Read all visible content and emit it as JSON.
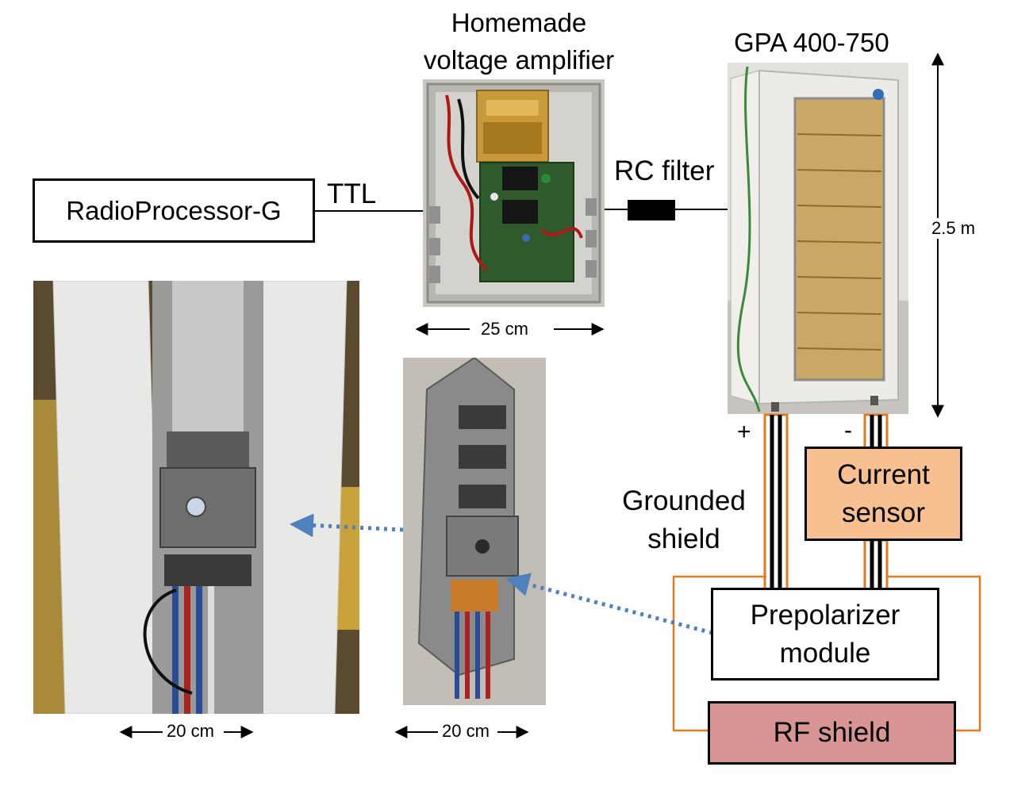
{
  "labels": {
    "amplifier_title_line1": "Homemade",
    "amplifier_title_line2": "voltage amplifier",
    "gpa_title": "GPA 400-750",
    "rc_filter": "RC filter",
    "ttl": "TTL",
    "height_dim": "2.5 m",
    "amp_width_dim": "25 cm",
    "plus": "+",
    "minus": "-",
    "grounded_shield_line1": "Grounded",
    "grounded_shield_line2": "shield",
    "left_photo_dim": "20 cm",
    "mid_photo_dim": "20 cm"
  },
  "boxes": {
    "radioprocessor": "RadioProcessor-G",
    "current_sensor_line1": "Current",
    "current_sensor_line2": "sensor",
    "prepolarizer_line1": "Prepolarizer",
    "prepolarizer_line2": "module",
    "rf_shield": "RF shield"
  },
  "colors": {
    "shield_wire": "#e07a1e",
    "current_sensor_fill": "#f8c091",
    "rf_shield_fill": "#d99594",
    "dotted_arrow": "#4f81bd"
  }
}
